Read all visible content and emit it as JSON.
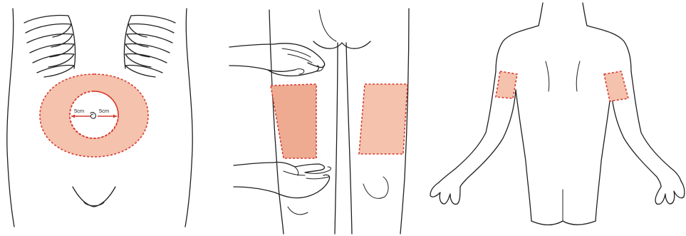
{
  "figure": {
    "panels": [
      {
        "name": "abdomen"
      },
      {
        "name": "thighs"
      },
      {
        "name": "upper-arms-back"
      }
    ],
    "distance_labels": {
      "left": "5cm",
      "right": "5cm"
    },
    "colors": {
      "zone_fill": "#f4c2ad",
      "zone_fill_dark": "#eeab92",
      "zone_border": "#d63b2f",
      "line": "#1f1f1f"
    }
  }
}
